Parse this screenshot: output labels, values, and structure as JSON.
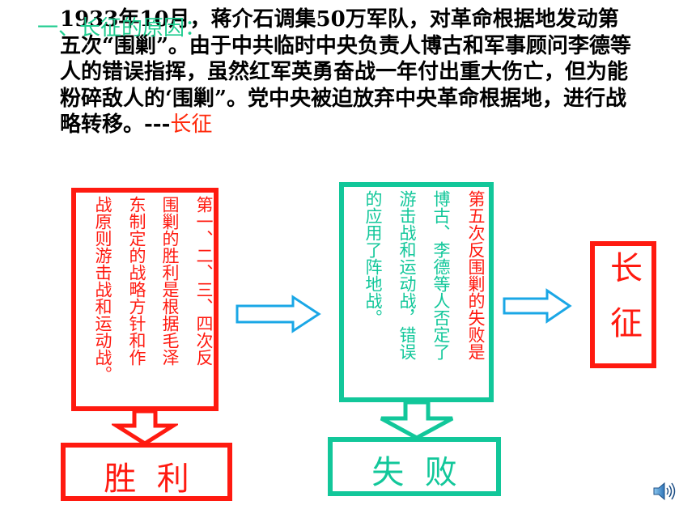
{
  "intro": {
    "heading": "一、长征的原因：",
    "text": "1933年10月，蒋介石调集50万军队，对革命根据地发动第五次“围剿”。由于中共临时中央负责人博古和军事顾问李德等人的错误指挥，虽然红军英勇奋战一年付出重大伤亡，但为能粉碎敌人的‘围剿”。党中央被迫放弃中央革命根据地，进行战略转移。---",
    "tail": "长征"
  },
  "box_left": {
    "col1": "第一、二、三、四次反",
    "col2": "围剿的胜利是根据毛泽",
    "col3": "东制定的战略方针和作",
    "col4": "战原则游击战和运动战。"
  },
  "box_mid": {
    "col1": "第五次反围剿的失败是",
    "col2": "博古、李德等人否定了",
    "col3": "游击战和运动战，错误",
    "col4": "的应用了阵地战。"
  },
  "result_left": "胜  利",
  "result_mid": "失  败",
  "result_right": "长征",
  "colors": {
    "red": "#ff1a10",
    "teal": "#12c79a",
    "arrow_blue": "#1aa7e6"
  },
  "icons": {
    "speaker": "speaker-icon"
  }
}
